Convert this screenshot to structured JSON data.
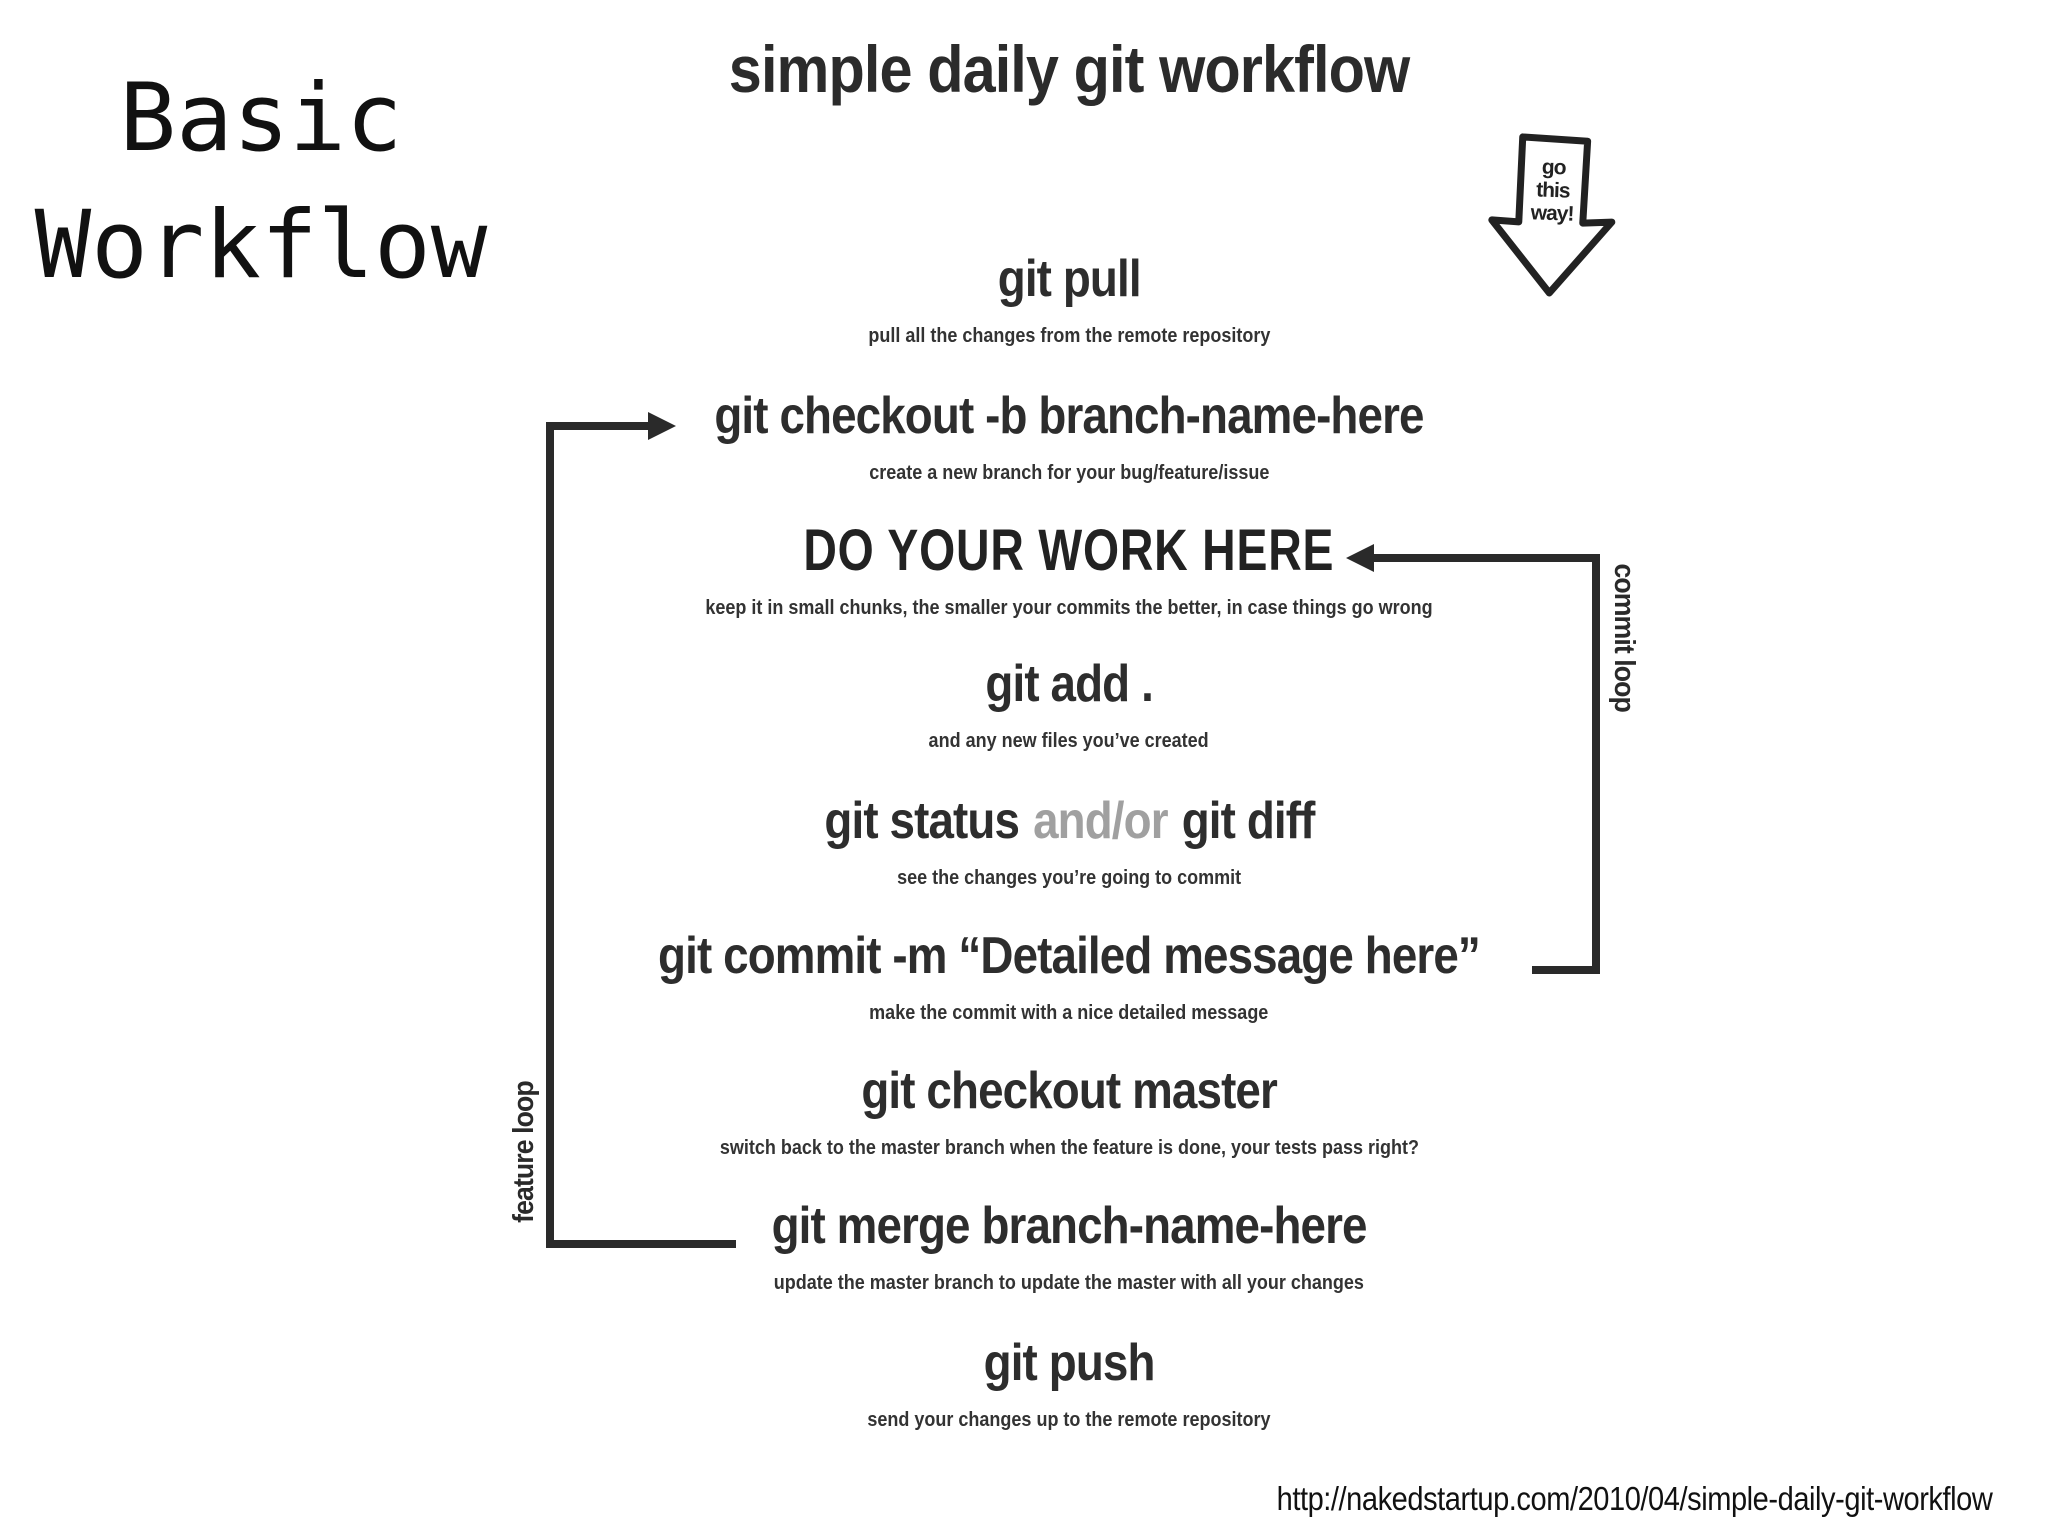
{
  "left_title": {
    "line1": "Basic",
    "line2": "Workflow"
  },
  "diagram": {
    "title": "simple daily git workflow",
    "go_arrow_label": "go\nthis\nway!",
    "steps": [
      {
        "command": "git pull",
        "description": "pull all the changes from the remote repository"
      },
      {
        "command": "git checkout -b branch-name-here",
        "description": "create a new branch for your bug/feature/issue"
      },
      {
        "command": "DO YOUR WORK HERE",
        "description": "keep it in small chunks, the smaller your commits the better, in case things go wrong"
      },
      {
        "command": "git add .",
        "description": "and any new files you’ve created"
      },
      {
        "command_parts": [
          "git status",
          "and/or",
          "git diff"
        ],
        "description": "see the changes you’re going to commit"
      },
      {
        "command": "git commit -m “Detailed message here”",
        "description": "make the commit with a nice detailed message"
      },
      {
        "command": "git checkout master",
        "description": "switch back to the master branch when the feature is done, your tests pass right?"
      },
      {
        "command": "git merge branch-name-here",
        "description": "update the master branch to update the master with all your changes"
      },
      {
        "command": "git push",
        "description": "send your changes up to the remote repository"
      }
    ],
    "loops": {
      "feature_label": "feature loop",
      "commit_label": "commit loop"
    }
  },
  "footer": {
    "source_url": "http://nakedstartup.com/2010/04/simple-daily-git-workflow"
  },
  "colors": {
    "ink": "#2d2d2d",
    "line": "#2a2a2a",
    "muted_andor": "#a0a0a0",
    "background": "#ffffff"
  }
}
